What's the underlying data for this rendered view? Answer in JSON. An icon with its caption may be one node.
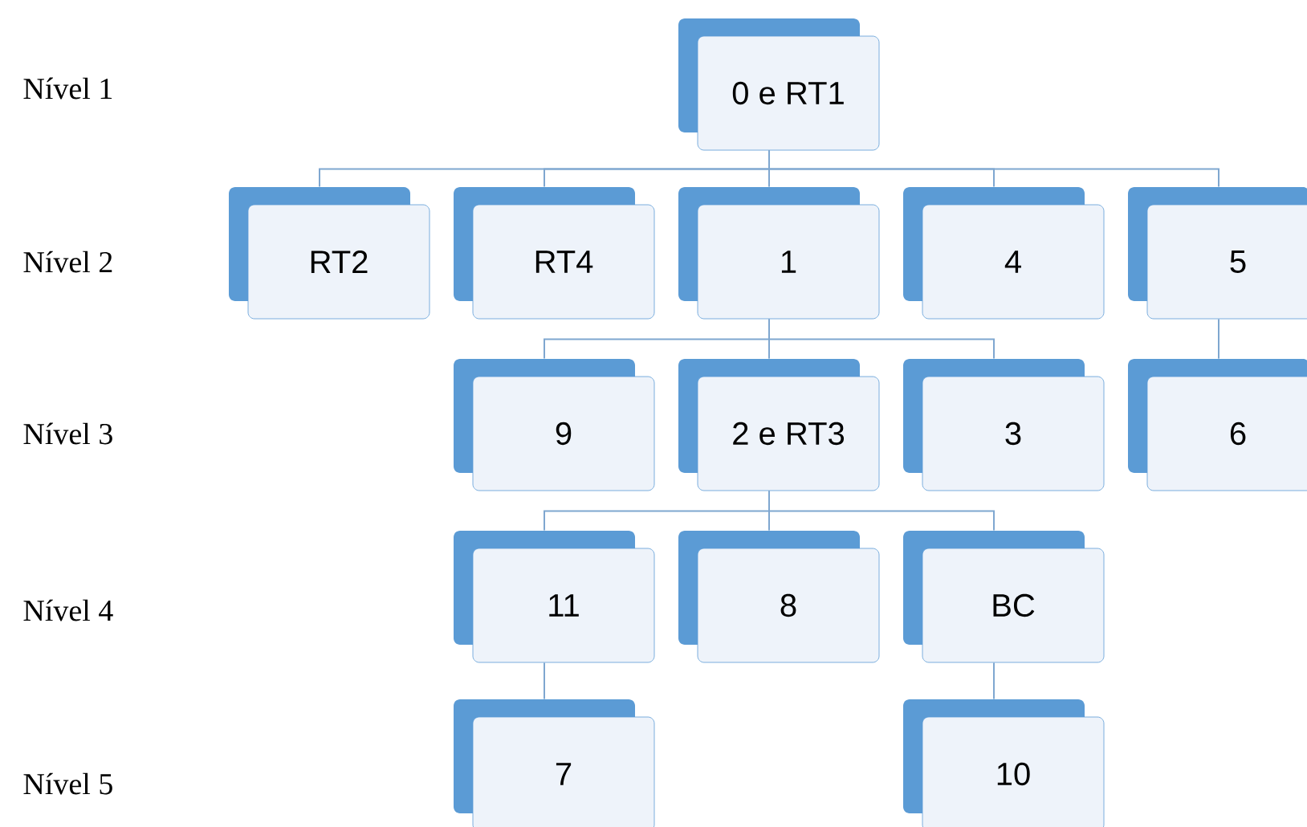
{
  "diagram": {
    "nodes": [
      {
        "text": [
          "0 e RT1"
        ]
      },
      {
        "text": [
          "RT2"
        ]
      },
      {
        "text": [
          "RT4"
        ]
      },
      {
        "text": [
          "1"
        ]
      },
      {
        "text": [
          "4"
        ]
      },
      {
        "text": [
          "5"
        ]
      },
      {
        "text": [
          "9"
        ]
      },
      {
        "text": [
          "2 e RT3"
        ]
      },
      {
        "text": [
          "3"
        ]
      },
      {
        "text": [
          "6"
        ]
      },
      {
        "text": [
          "11"
        ]
      },
      {
        "text": [
          "8"
        ]
      },
      {
        "text": [
          "BC"
        ]
      },
      {
        "text": [
          "7"
        ]
      },
      {
        "text": [
          "10"
        ]
      }
    ],
    "edges": [
      {
        "from": 0,
        "to": 1,
        "arrow": "none"
      },
      {
        "from": 0,
        "to": 2,
        "arrow": "none"
      },
      {
        "from": 0,
        "to": 3,
        "arrow": "none"
      },
      {
        "from": 0,
        "to": 4,
        "arrow": "none"
      },
      {
        "from": 0,
        "to": 5,
        "arrow": "none"
      },
      {
        "from": 3,
        "to": 6,
        "arrow": "none"
      },
      {
        "from": 3,
        "to": 7,
        "arrow": "none"
      },
      {
        "from": 3,
        "to": 8,
        "arrow": "none"
      },
      {
        "from": 5,
        "to": 9,
        "arrow": "none"
      },
      {
        "from": 7,
        "to": 10,
        "arrow": "none"
      },
      {
        "from": 7,
        "to": 11,
        "arrow": "none"
      },
      {
        "from": 7,
        "to": 12,
        "arrow": "none"
      },
      {
        "from": 10,
        "to": 13,
        "arrow": "none"
      },
      {
        "from": 12,
        "to": 14,
        "arrow": "none"
      }
    ],
    "labels": [
      "Nível 1",
      "Nível 2",
      "Nível 3",
      "Nível 4",
      "Nível 5"
    ]
  }
}
